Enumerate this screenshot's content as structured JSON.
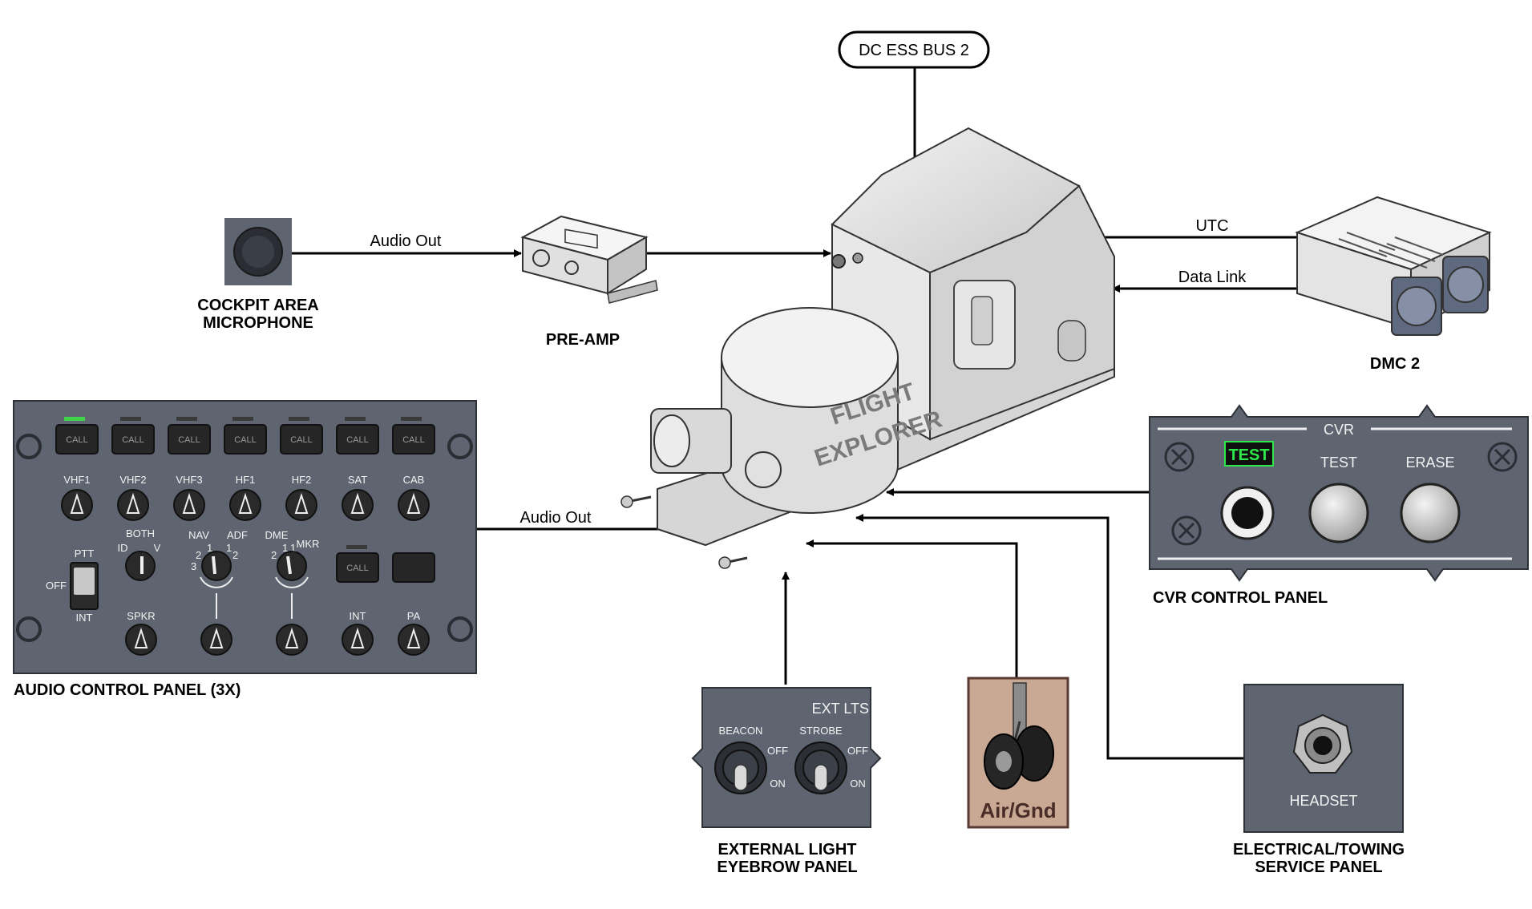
{
  "power_source": "DC ESS BUS 2",
  "cockpit_mic": {
    "label_line1": "COCKPIT AREA",
    "label_line2": "MICROPHONE"
  },
  "preamp": {
    "label": "PRE-AMP"
  },
  "dmc": {
    "label": "DMC 2"
  },
  "signals": {
    "audio_out_1": "Audio Out",
    "audio_out_2": "Audio Out",
    "utc": "UTC",
    "data_link": "Data Link"
  },
  "recorder": {
    "label_line1": "FLIGHT",
    "label_line2": "EXPLORER"
  },
  "acp": {
    "label": "AUDIO CONTROL PANEL (3X)",
    "call_label": "CALL",
    "channels": [
      "VHF1",
      "VHF2",
      "VHF3",
      "HF1",
      "HF2",
      "SAT",
      "CAB"
    ],
    "ptt": {
      "top": "PTT",
      "left": "OFF",
      "bottom": "INT"
    },
    "voice": {
      "top": "BOTH",
      "left": "ID",
      "right": "V"
    },
    "nav": {
      "left": "NAV",
      "right": "ADF",
      "n1": "1",
      "n2": "2",
      "n3": "3",
      "n1b": "1",
      "n2b": "2"
    },
    "dme": {
      "left": "DME",
      "right": "MKR",
      "n2": "2",
      "n1": "1",
      "n1b": "1"
    },
    "bottom_knobs": [
      "SPKR",
      "INT",
      "PA"
    ]
  },
  "cvr_panel": {
    "title": "CVR",
    "indicator": "TEST",
    "test_label": "TEST",
    "erase_label": "ERASE",
    "label": "CVR CONTROL PANEL"
  },
  "ext_lts": {
    "title": "EXT LTS",
    "beacon": "BEACON",
    "strobe": "STROBE",
    "off1": "OFF",
    "on1": "ON",
    "off2": "OFF",
    "on2": "ON",
    "label_line1": "EXTERNAL LIGHT",
    "label_line2": "EYEBROW PANEL"
  },
  "air_gnd": {
    "label": "Air/Gnd"
  },
  "service_panel": {
    "jack_label": "HEADSET",
    "label_line1": "ELECTRICAL/TOWING",
    "label_line2": "SERVICE PANEL"
  },
  "colors": {
    "panel": "#5e6470",
    "panel_dark": "#3e444e",
    "wire": "#000000",
    "test_green": "#2fe84a",
    "air_gnd_bg": "#c9a994"
  }
}
